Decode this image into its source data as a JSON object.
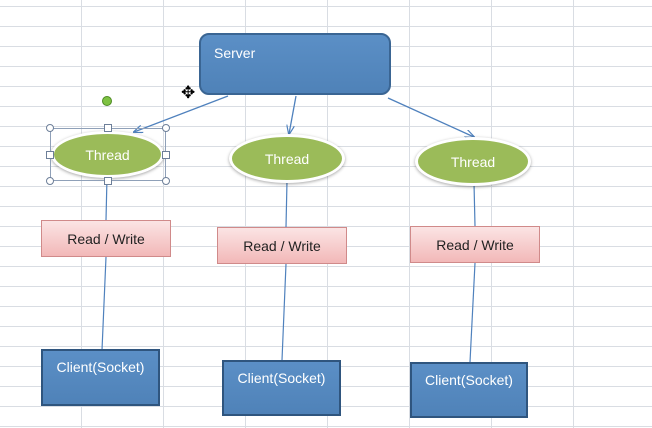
{
  "diagram": {
    "server": {
      "label": "Server"
    },
    "columns": [
      {
        "thread": "Thread",
        "io": "Read / Write",
        "client": "Client(Socket)"
      },
      {
        "thread": "Thread",
        "io": "Read / Write",
        "client": "Client(Socket)"
      },
      {
        "thread": "Thread",
        "io": "Read / Write",
        "client": "Client(Socket)"
      }
    ],
    "colors": {
      "server_fill": "#4f81bd",
      "thread_fill": "#9bbb59",
      "io_fill": "#f2c4c4",
      "client_fill": "#4f81bd",
      "connector": "#4f81bd"
    }
  },
  "icons": {
    "cursor": "move-cursor-icon"
  }
}
